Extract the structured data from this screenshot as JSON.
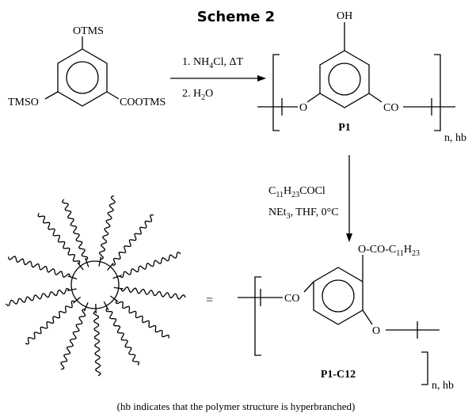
{
  "scheme": {
    "title": "Scheme 2"
  },
  "monomer": {
    "top_group": "OTMS",
    "left_group": "TMSO",
    "right_group": "COOTMS"
  },
  "step1": {
    "l1_a": "1. NH",
    "l1_sub": "4",
    "l1_b": "Cl, ΔT",
    "l2_a": "2. H",
    "l2_sub": "2",
    "l2_b": "O"
  },
  "p1": {
    "oh": "OH",
    "o": "O",
    "co": "CO",
    "name": "P1",
    "subscript": "n, hb"
  },
  "step2": {
    "r_a": "C",
    "r_sub1": "11",
    "r_b": "H",
    "r_sub2": "23",
    "r_c": "COCl",
    "c_a": "NEt",
    "c_sub": "3",
    "c_b": ", THF, 0°C"
  },
  "equals": "=",
  "p1c12": {
    "co": "CO",
    "o": "O",
    "ester_a": "O-CO-C",
    "ester_sub1": "11",
    "ester_b": "H",
    "ester_sub2": "23",
    "name": "P1-C12",
    "subscript": "n, hb"
  },
  "footnote": "(hb indicates that the polymer structure is hyperbranched)"
}
